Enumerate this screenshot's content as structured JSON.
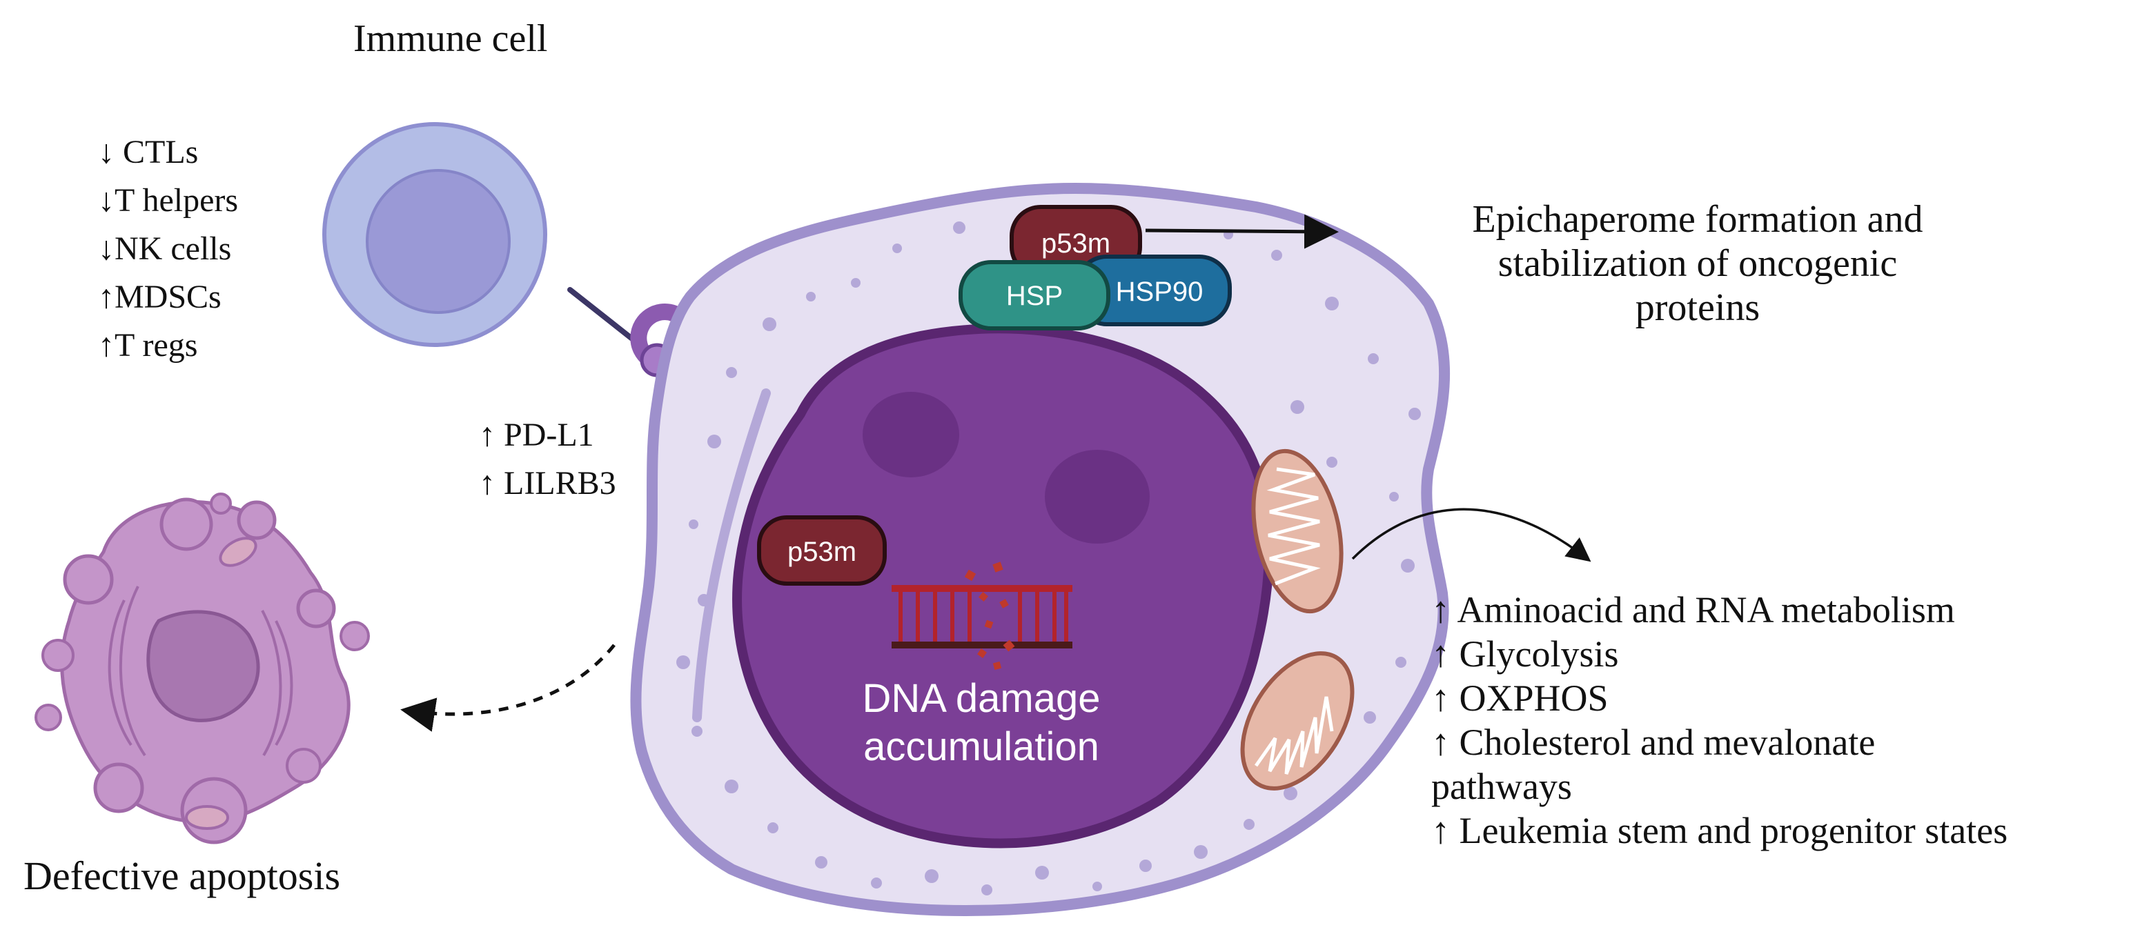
{
  "labels": {
    "immune_cell": "Immune cell",
    "defective_apoptosis": "Defective apoptosis",
    "p53m_top": "p53m",
    "p53m_nucleus": "p53m",
    "hsp": "HSP",
    "hsp90": "HSP90",
    "dna_damage_line1": "DNA damage",
    "dna_damage_line2": "accumulation",
    "epichaperome_line1": "Epichaperome formation and",
    "epichaperome_line2": "stabilization of oncogenic",
    "epichaperome_line3": "proteins"
  },
  "immune_changes": [
    "↓ CTLs",
    "↓T helpers",
    "↓NK cells",
    "↑MDSCs",
    "↑T regs"
  ],
  "checkpoint_changes": [
    "↑ PD-L1",
    "↑ LILRB3"
  ],
  "metabolic_changes": [
    "↑ Aminoacid and RNA metabolism",
    "↑ Glycolysis",
    "↑ OXPHOS",
    "↑ Cholesterol and mevalonate pathways",
    "↑ Leukemia stem and progenitor states"
  ],
  "colors": {
    "immune_outer": "#b3bde6",
    "immune_inner": "#9a99d6",
    "cell_membrane": "#9e90cc",
    "cytoplasm": "#e6e0f2",
    "nucleus": "#7b3f96",
    "nucleus_border": "#5a2670",
    "p53m": "#7b2630",
    "hsp": "#2f9387",
    "hsp90": "#1e6e9e",
    "dna_red": "#b3232b",
    "apoptotic_cell": "#c495c9",
    "mitochondria": "#e6b8a8"
  }
}
